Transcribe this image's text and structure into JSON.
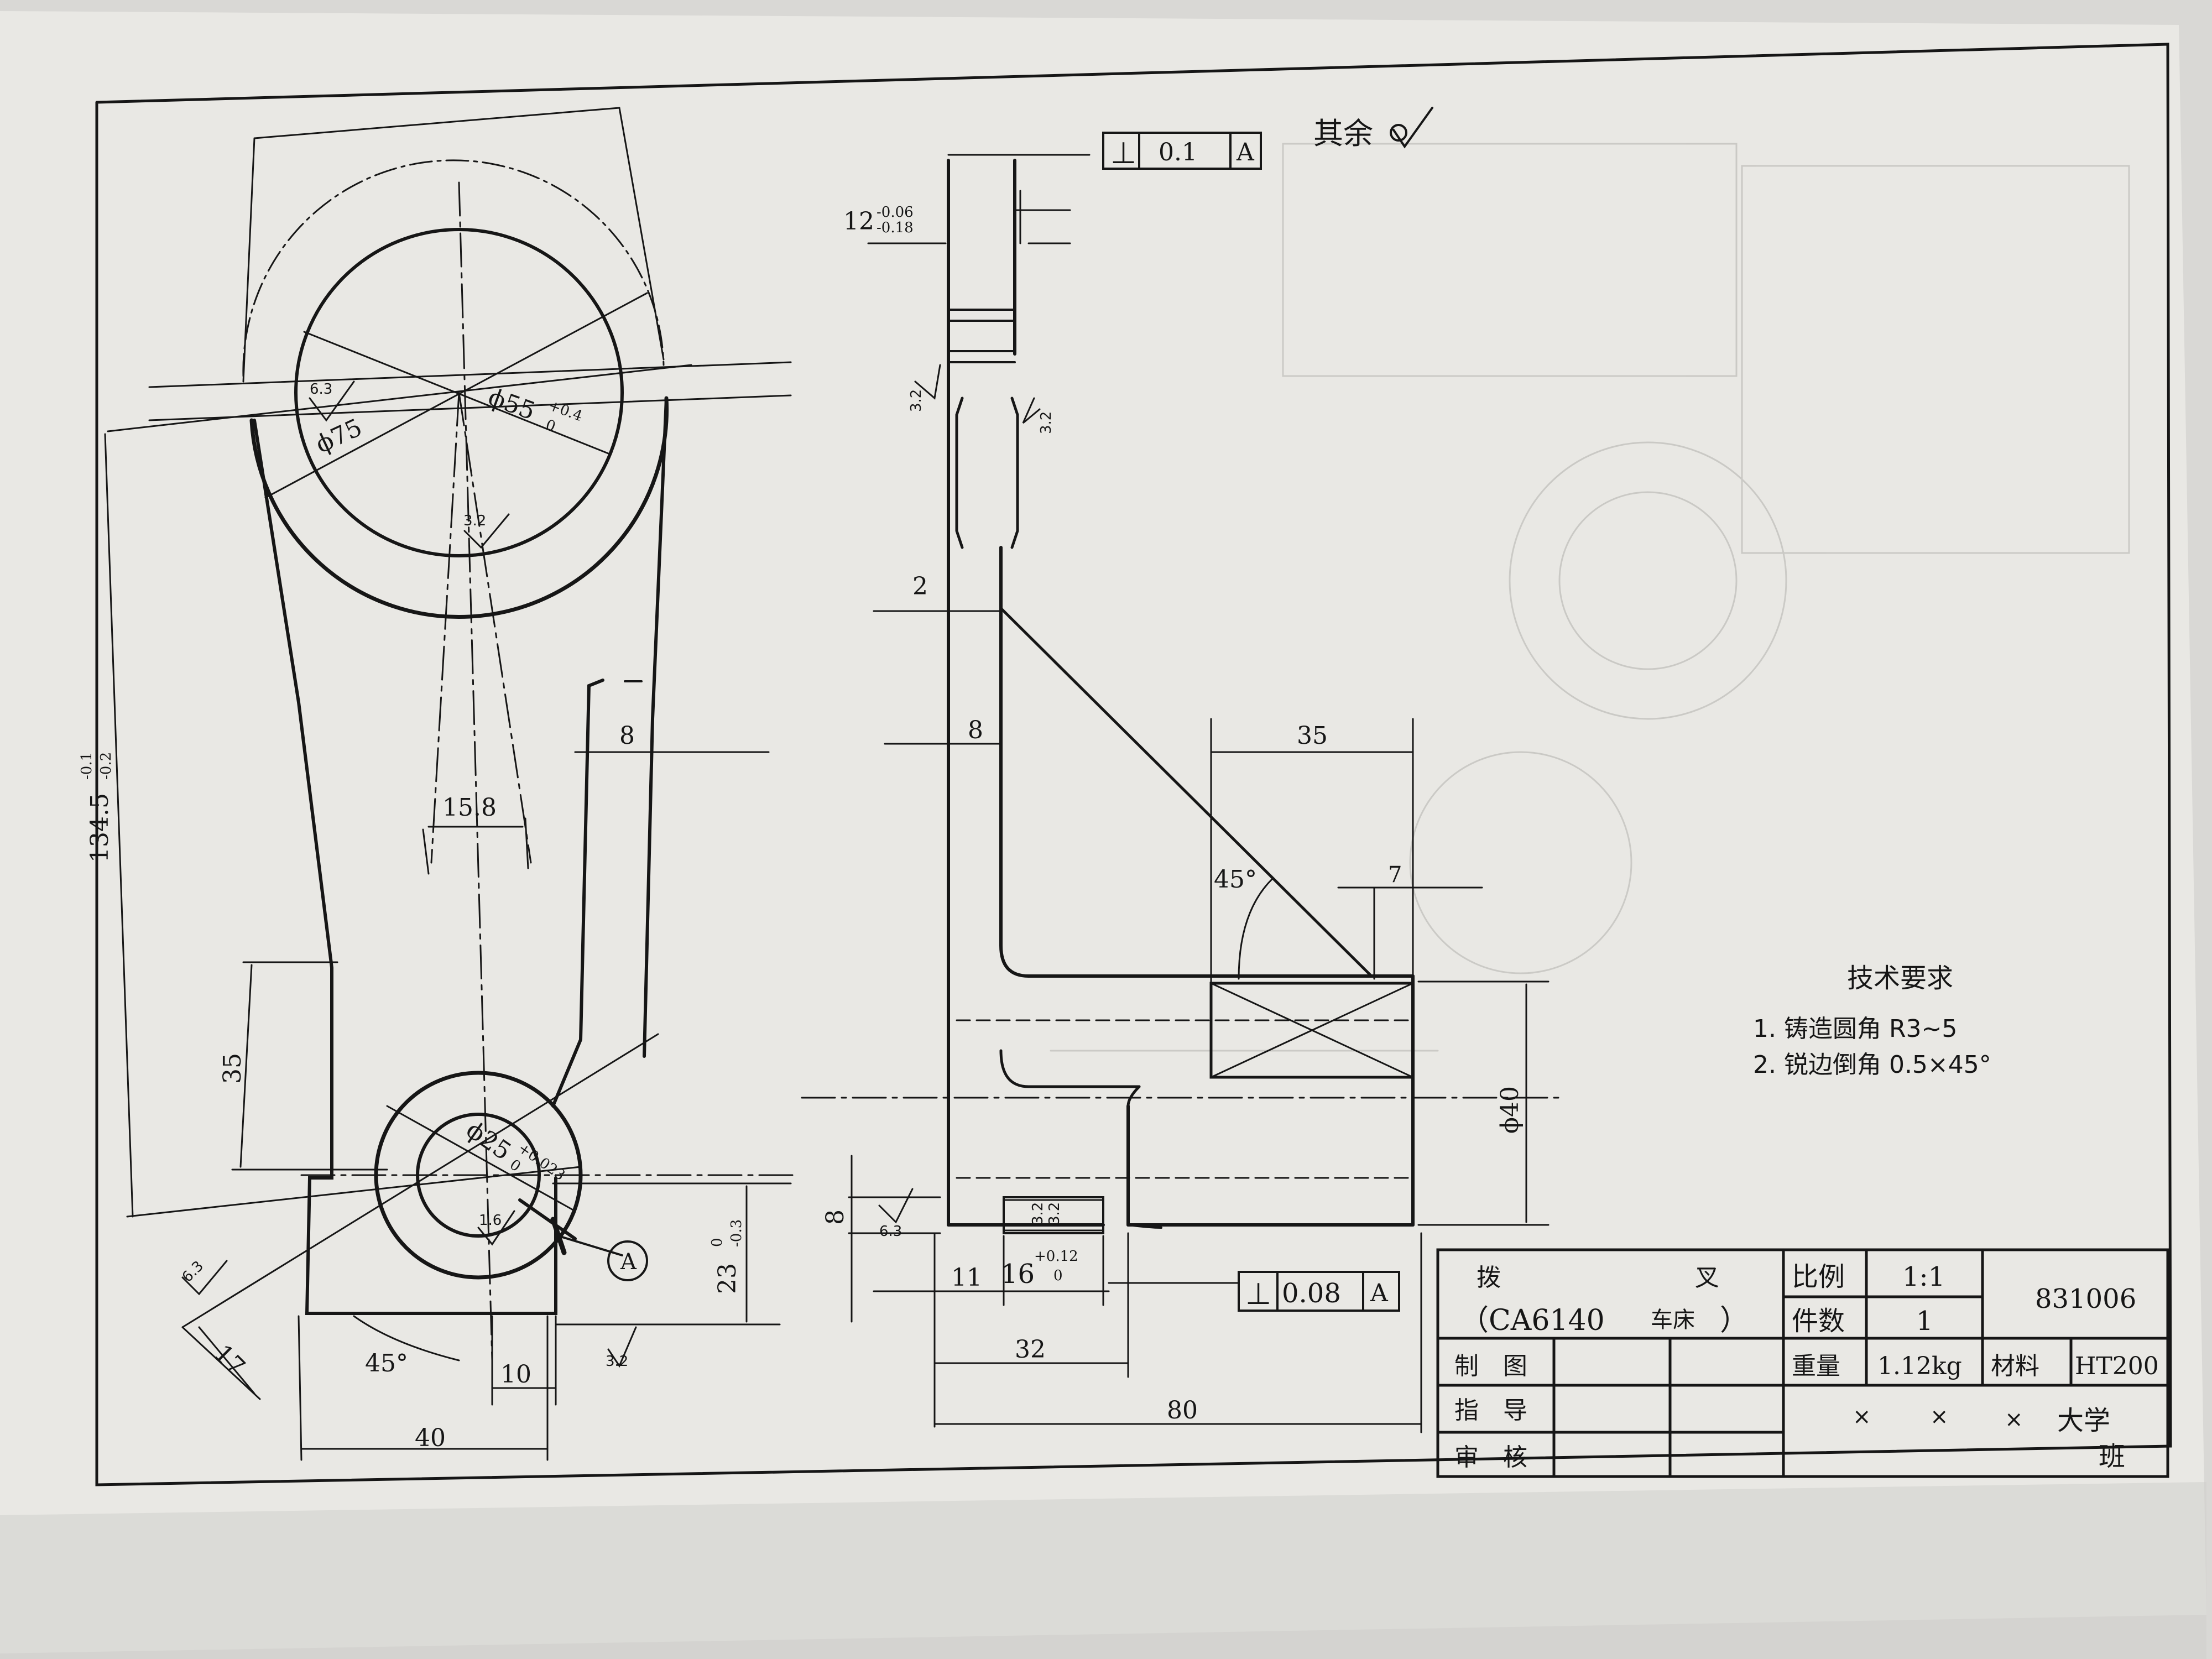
{
  "drawing": {
    "remaining_roughness": "其余",
    "top_tolerance": {
      "symbol": "⊥",
      "value": "0.1",
      "datum": "A"
    },
    "bottom_tolerance": {
      "symbol": "⊥",
      "value": "0.08",
      "datum": "A"
    },
    "datum_label": "A",
    "front_view": {
      "dims": {
        "d75": "ϕ75",
        "d55": "ϕ55",
        "d55_tol_upper": "+0.4",
        "d55_tol_lower": "0",
        "d25": "ϕ25",
        "d25_tol_upper": "+0.023",
        "d25_tol_lower": "0",
        "d15_8": "15.8",
        "d8": "8",
        "d35": "35",
        "d134": "134.5",
        "d134_tol_upper": "-0.1",
        "d134_tol_lower": "-0.2",
        "d23": "23",
        "d23_tol_upper": "0",
        "d23_tol_lower": "-0.3",
        "d17": "17",
        "a45": "45°",
        "d10": "10",
        "d40": "40"
      },
      "roughness": [
        "6.3",
        "3.2",
        "1.6",
        "6.3",
        "3.2"
      ]
    },
    "side_view": {
      "dims": {
        "d12": "12",
        "d12_tol_upper": "-0.06",
        "d12_tol_lower": "-0.18",
        "d2": "2",
        "d8": "8",
        "d35": "35",
        "a45": "45°",
        "d7": "7",
        "d40": "ϕ40",
        "d8b": "8",
        "d11": "11",
        "d16": "16",
        "d16_tol_upper": "+0.12",
        "d16_tol_lower": "0",
        "d32": "32",
        "d80": "80"
      },
      "roughness": [
        "3.2",
        "3.2",
        "6.3",
        "3.2",
        "3.2"
      ]
    },
    "tech_requirements": {
      "heading": "技术要求",
      "items": [
        "1. 铸造圆角 R3~5",
        "2. 锐边倒角 0.5×45°"
      ]
    },
    "title_block": {
      "part_name_1": "拨",
      "part_name_2": "叉",
      "machine": "（CA6140",
      "machine_type": "车床",
      "machine_close": "）",
      "scale_label": "比例",
      "scale_value": "1:1",
      "qty_label": "件数",
      "qty_value": "1",
      "drawing_no": "831006",
      "weight_label": "重量",
      "weight_value": "1.12kg",
      "material_label": "材料",
      "material_value": "HT200",
      "drawn_label": "制　图",
      "guide_label": "指　导",
      "review_label": "审　核",
      "x1": "×",
      "x2": "×",
      "x3": "×",
      "school": "大学",
      "class_label": "班"
    }
  }
}
